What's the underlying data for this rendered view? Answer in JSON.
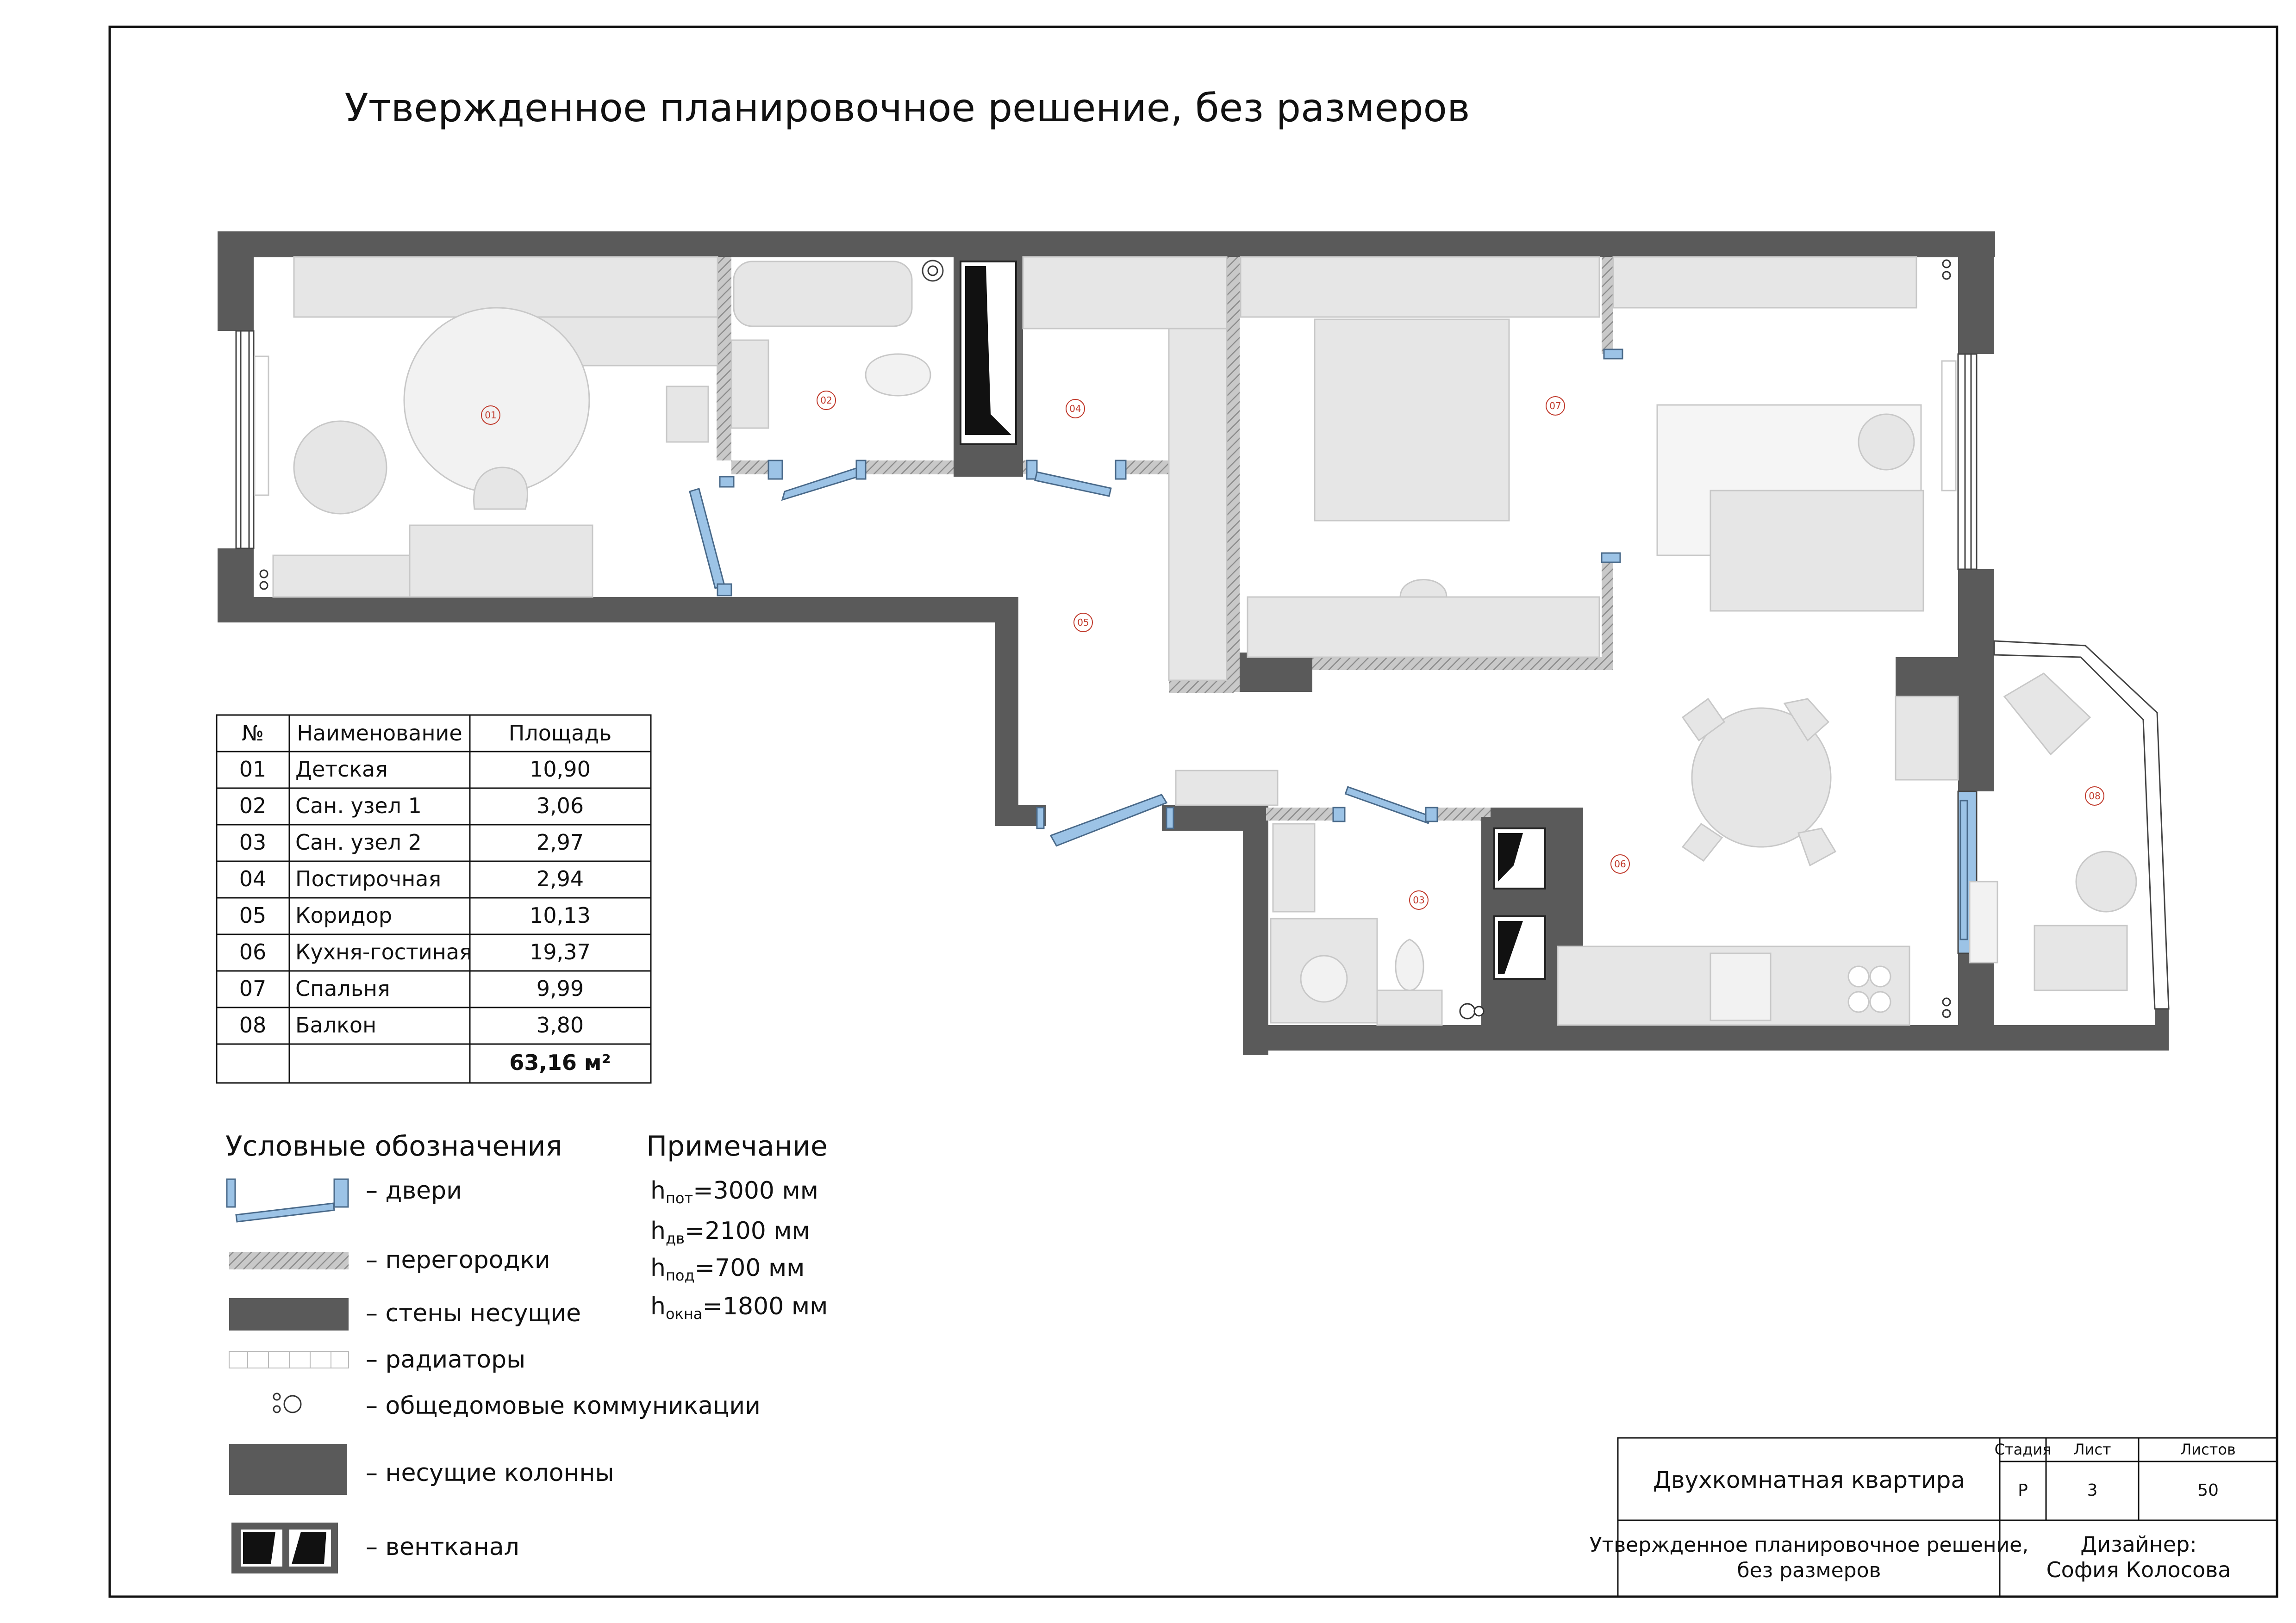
{
  "title": "Утвержденное планировочное решение, без размеров",
  "rooms": [
    {
      "no": "01"
    },
    {
      "no": "02"
    },
    {
      "no": "03"
    },
    {
      "no": "04"
    },
    {
      "no": "05"
    },
    {
      "no": "06"
    },
    {
      "no": "07"
    },
    {
      "no": "08"
    }
  ],
  "table": {
    "headers": [
      "№",
      "Наименование",
      "Площадь"
    ],
    "rows": [
      {
        "no": "01",
        "name": "Детская",
        "area": "10,90"
      },
      {
        "no": "02",
        "name": "Сан. узел 1",
        "area": "3,06"
      },
      {
        "no": "03",
        "name": "Сан. узел 2",
        "area": "2,97"
      },
      {
        "no": "04",
        "name": "Постирочная",
        "area": "2,94"
      },
      {
        "no": "05",
        "name": "Коридор",
        "area": "10,13"
      },
      {
        "no": "06",
        "name": "Кухня-гостиная",
        "area": "19,37"
      },
      {
        "no": "07",
        "name": "Спальня",
        "area": "9,99"
      },
      {
        "no": "08",
        "name": "Балкон",
        "area": "3,80"
      }
    ],
    "total": "63,16 м²"
  },
  "legend": {
    "title": "Условные обозначения",
    "items": [
      "– двери",
      "– перегородки",
      "– стены несущие",
      "– радиаторы",
      "– общедомовые коммуникации",
      "– несущие колонны",
      "– вентканал"
    ]
  },
  "notes": {
    "title": "Примечание",
    "lines": [
      {
        "h": "h",
        "sub": "пот",
        "val": "=3000 мм"
      },
      {
        "h": "h",
        "sub": "дв",
        "val": "=2100 мм"
      },
      {
        "h": "h",
        "sub": "под",
        "val": "=700 мм"
      },
      {
        "h": "h",
        "sub": "окна",
        "val": "=1800 мм"
      }
    ]
  },
  "stamp": {
    "project": "Двухкомнатная квартира",
    "sheet_title_1": "Утвержденное планировочное решение,",
    "sheet_title_2": "без размеров",
    "stage_label": "Стадия",
    "sheet_label": "Лист",
    "sheets_label": "Листов",
    "stage": "Р",
    "sheet": "3",
    "sheets": "50",
    "designer_label": "Дизайнер:",
    "designer_name": "София Колосова"
  },
  "colors": {
    "wall": "#5a5a5a",
    "furniture": "#e6e6e6",
    "door": "#9cc3e6",
    "room_label": "#c0392b"
  }
}
